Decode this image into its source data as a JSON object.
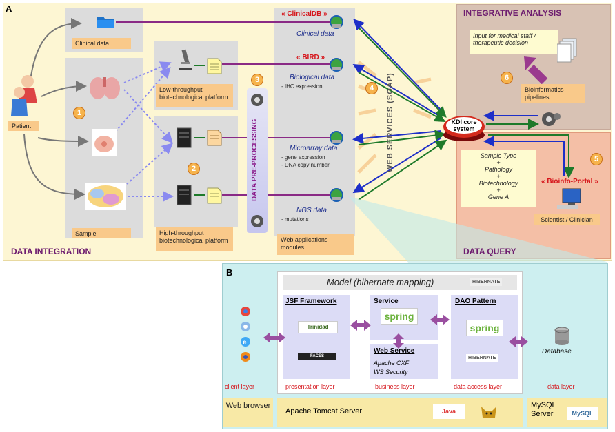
{
  "panel_a": {
    "letter": "A",
    "data_integration": "DATA INTEGRATION",
    "integrative_analysis": "INTEGRATIVE ANALYSIS",
    "data_query": "DATA QUERY",
    "patient": "Patient",
    "clinical_data_label": "Clinical data",
    "sample_label": "Sample",
    "low_throughput": "Low-throughput biotechnological platform",
    "high_throughput": "High-throughput biotechnological platform",
    "web_app_modules": "Web applications modules",
    "data_pre_processing": "DATA PRE-PROCESSING",
    "web_services": "WEB SERVICES (SOAP)",
    "clinicaldb": "« ClinicalDB »",
    "clinical_data_db": "Clinical data",
    "bird": "« BIRD »",
    "biological_data": "Biological data",
    "ihc": "- IHC expression",
    "microarray_data": "Microarray data",
    "gene_expression": "- gene expression",
    "dna_copy": "- DNA copy number",
    "ngs_data": "NGS data",
    "mutations": "- mutations",
    "kdi_core": "KDI core system",
    "input_medical": "Input for medical staff / therapeutic decision",
    "bioinformatics": "Bioinformatics pipelines",
    "query_lines": [
      "Sample Type",
      "+",
      "Pathology",
      "+",
      "Biotechnology",
      "+",
      "Gene A"
    ],
    "bioinfo_portal": "« Bioinfo-Portal »",
    "scientist": "Scientist / Clinician",
    "numbers": [
      "1",
      "2",
      "3",
      "4",
      "5",
      "6"
    ]
  },
  "panel_b": {
    "letter": "B",
    "model": "Model (hibernate mapping)",
    "hibernate": "HIBERNATE",
    "jsf": "JSF Framework",
    "trinidad": "Trinidad",
    "faces": "FACES",
    "service": "Service",
    "spring": "spring",
    "web_service": "Web Service",
    "apache_cxf": "Apache CXF",
    "ws_security": "WS Security",
    "dao": "DAO Pattern",
    "database": "Database",
    "layers": [
      "client layer",
      "presentation layer",
      "business layer",
      "data access layer",
      "data layer"
    ],
    "web_browser": "Web browser",
    "tomcat": "Apache Tomcat Server",
    "java": "Java",
    "mysql_server": "MySQL Server",
    "mysql": "MySQL"
  },
  "colors": {
    "purple_arrow": "#8a2a85",
    "blue_arrow": "#1e2fc8",
    "green_arrow": "#1e7a2a",
    "title_purple": "#6d1c6f",
    "red_text": "#d6151b"
  }
}
